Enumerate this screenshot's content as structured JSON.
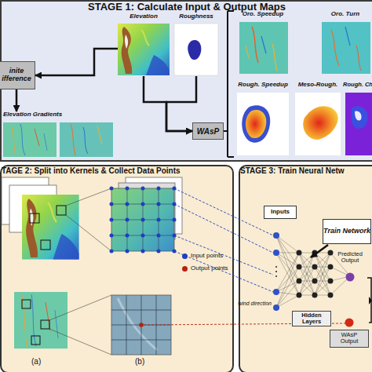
{
  "diagram": {
    "nodes": [
      {
        "text": [
          "STAGE 1: Calculate Input & Output Maps"
        ]
      },
      {
        "text": [
          "Elevation"
        ],
        "in": 0
      },
      {
        "text": [
          "Roughness"
        ],
        "in": 0
      },
      {
        "text": [
          "inite ifference"
        ],
        "in": 0
      },
      {
        "text": [
          "Elevation Gradients"
        ],
        "in": 0
      },
      {
        "text": [
          "WAsP"
        ],
        "in": 0
      },
      {
        "text": [
          "Oro. Speedup"
        ],
        "in": 0
      },
      {
        "text": [
          "Oro. Turn"
        ],
        "in": 0
      },
      {
        "text": [
          "Rough. Speedup"
        ],
        "in": 0
      },
      {
        "text": [
          "Meso-Rough."
        ],
        "in": 0
      },
      {
        "text": [
          "Rough. Ch"
        ],
        "in": 0
      },
      {
        "text": [
          "TAGE 2: Split into Kernels & Collect Data Points"
        ]
      },
      {
        "text": [
          "STAGE 3: Train Neural Netw"
        ]
      },
      {
        "text": [
          "Inputs"
        ],
        "in": 12
      },
      {
        "text": [
          "Train Network"
        ],
        "in": 12
      },
      {
        "text": [
          "Predicted Output"
        ],
        "in": 12
      },
      {
        "text": [
          "WAsP Output"
        ],
        "in": 12
      },
      {
        "text": [
          "Hidden Layers"
        ],
        "in": 12
      }
    ],
    "edges": [
      {
        "from": 1,
        "to": 3,
        "arrow": "to"
      },
      {
        "from": 3,
        "to": 4,
        "arrow": "to"
      },
      {
        "from": 1,
        "to": 5,
        "arrow": "to"
      },
      {
        "from": 2,
        "to": 5,
        "arrow": "to"
      },
      {
        "from": 15,
        "to": 16,
        "arrow": "none"
      }
    ],
    "labels": [
      "wind direction",
      "(a)",
      "(b)"
    ],
    "legend": [
      {
        "text": "Input points",
        "color": "#1f3fbf"
      },
      {
        "text": "Output points",
        "color": "#b5230f"
      }
    ]
  }
}
